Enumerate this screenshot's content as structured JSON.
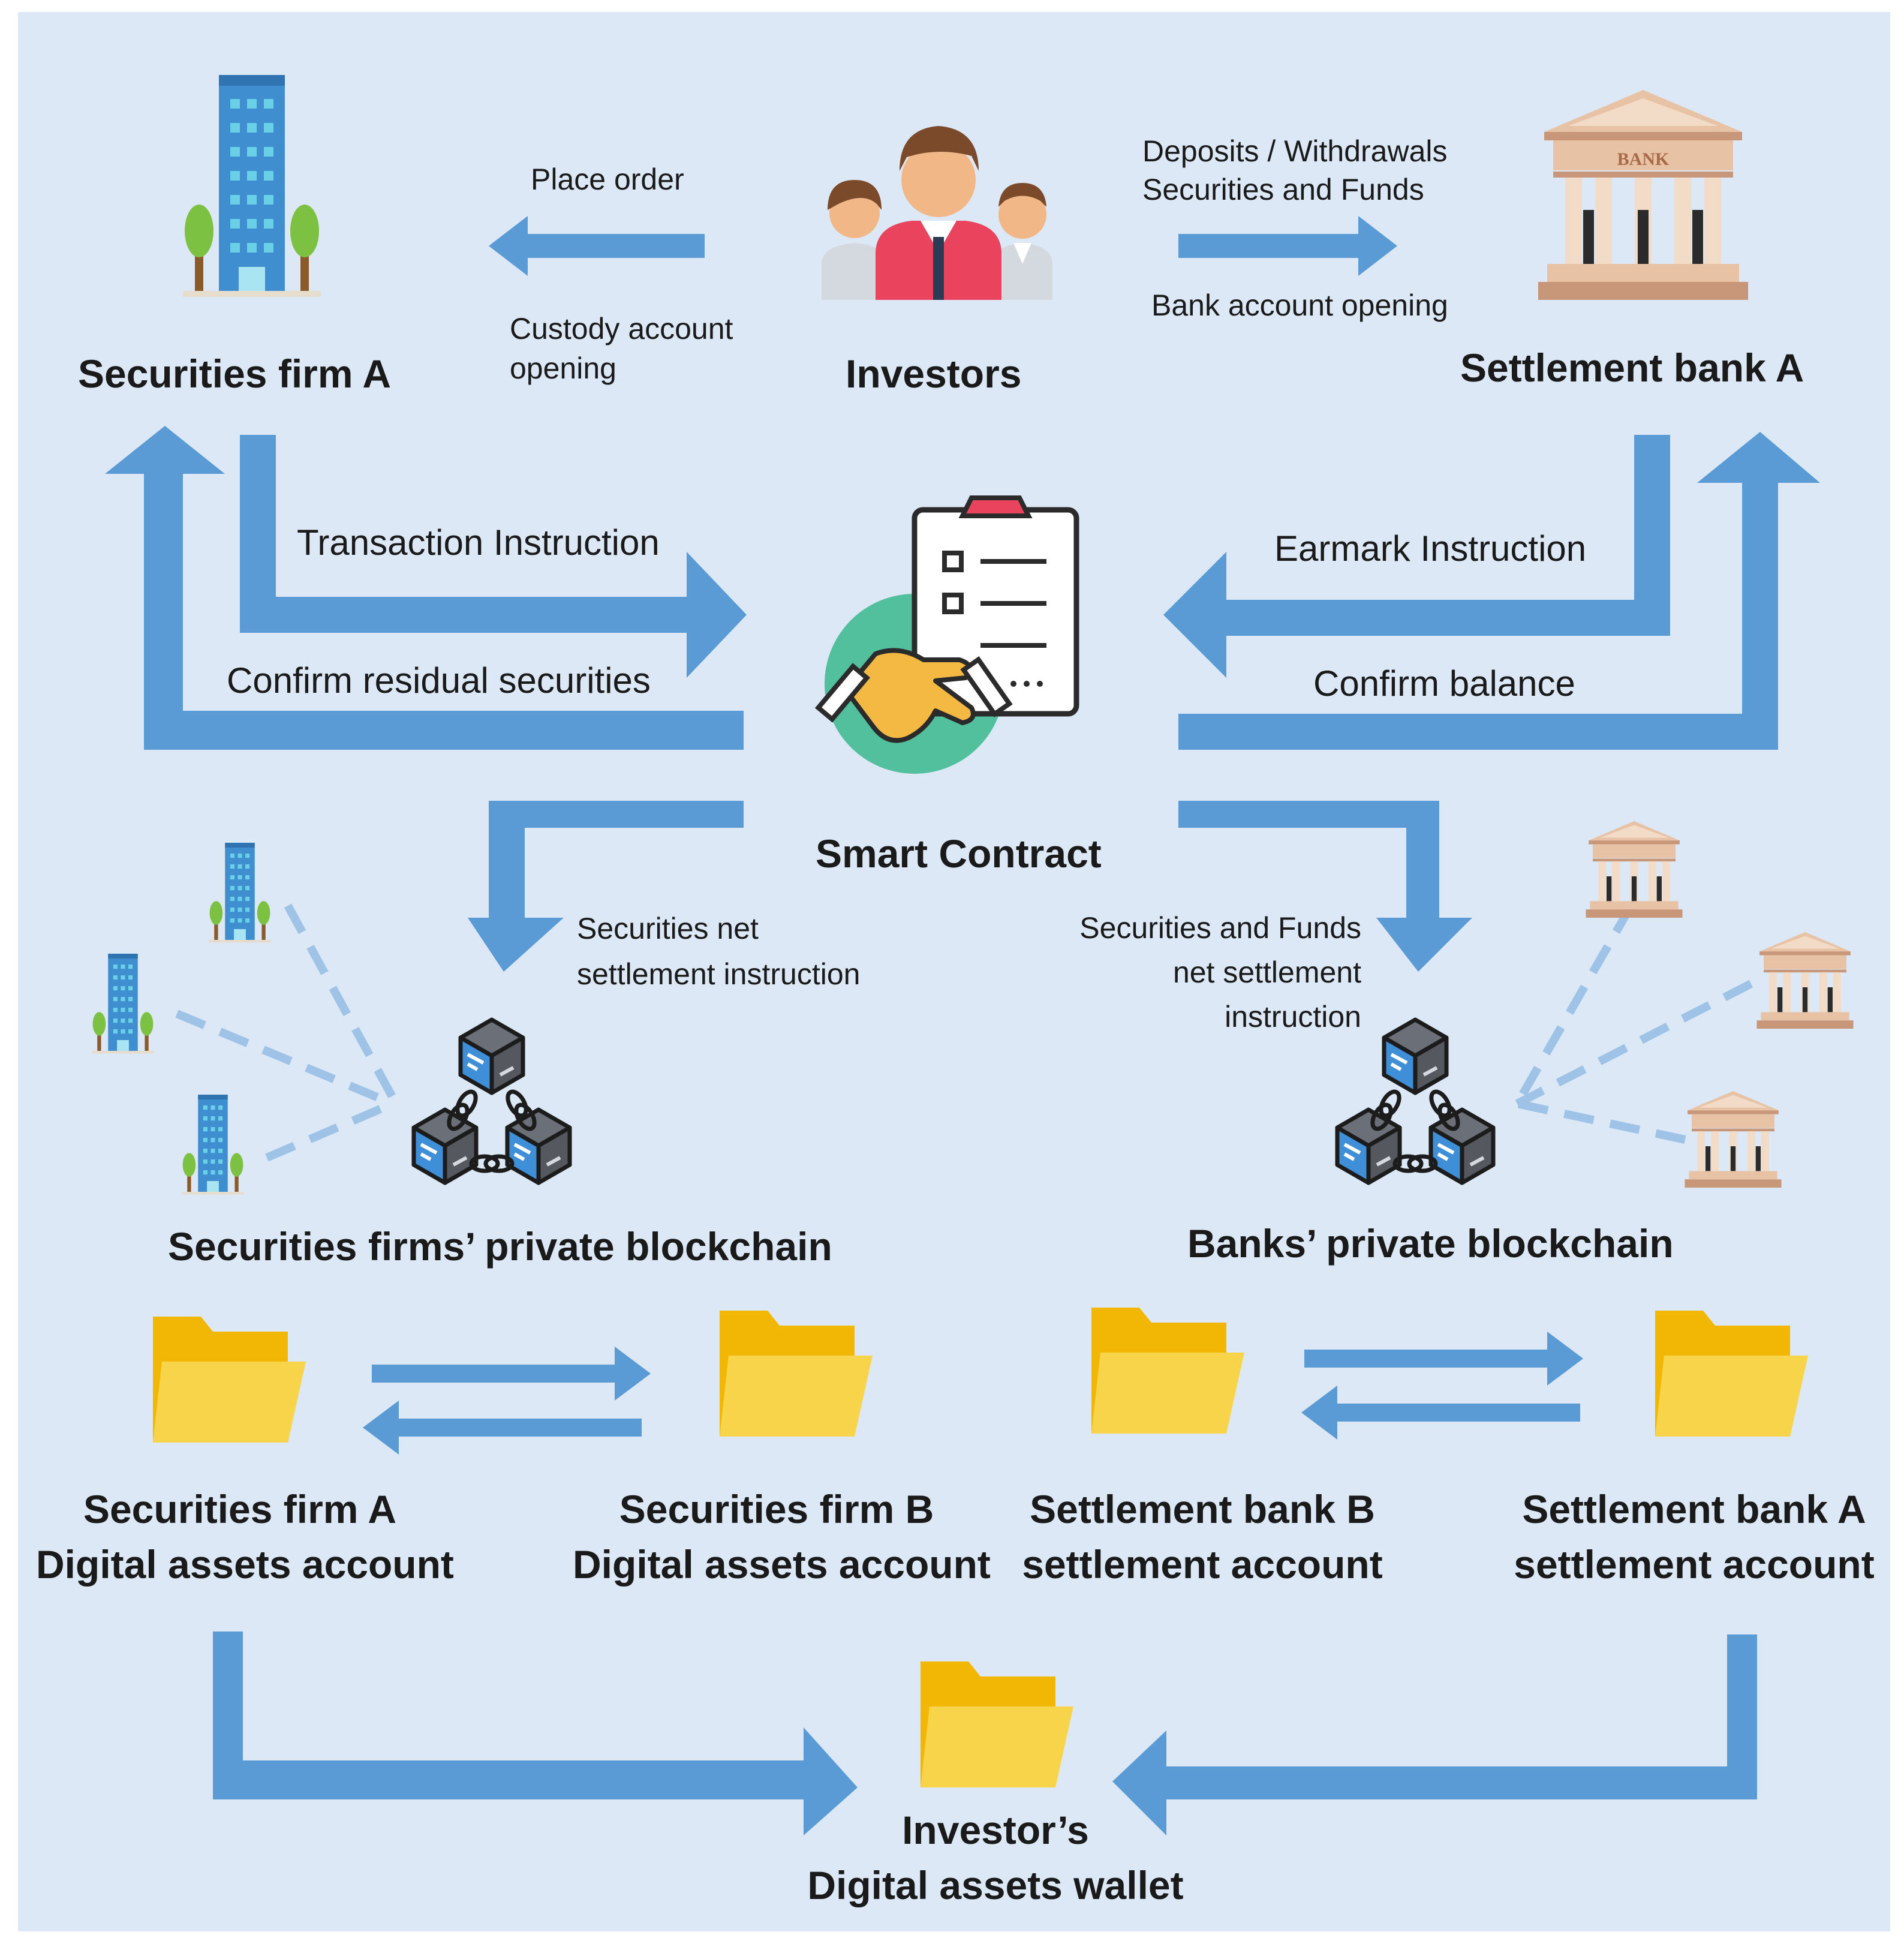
{
  "nodes": {
    "securities_firm_a": "Securities firm A",
    "investors": "Investors",
    "settlement_bank_a": "Settlement bank A",
    "smart_contract": "Smart Contract",
    "securities_chain": "Securities firms’ private blockchain",
    "banks_chain": "Banks’ private blockchain"
  },
  "bank_sign": "BANK",
  "edges": {
    "place_order": "Place order",
    "custody_line1": "Custody account",
    "custody_line2": "opening",
    "deposits_line1": "Deposits / Withdrawals",
    "deposits_line2": "Securities and Funds",
    "bank_account_opening": "Bank account opening",
    "transaction_instruction": "Transaction Instruction",
    "confirm_residual": "Confirm residual securities",
    "earmark_instruction": "Earmark Instruction",
    "confirm_balance": "Confirm balance",
    "sec_net_line1": "Securities net",
    "sec_net_line2": "settlement instruction",
    "funds_net_line1": "Securities and Funds",
    "funds_net_line2": "net settlement",
    "funds_net_line3": "instruction"
  },
  "accounts": {
    "firm_a_line1": "Securities firm A",
    "firm_a_line2": "Digital assets account",
    "firm_b_line1": "Securities firm B",
    "firm_b_line2": "Digital assets account",
    "bank_b_line1": "Settlement bank B",
    "bank_b_line2": "settlement account",
    "bank_a_line1": "Settlement bank A",
    "bank_a_line2": "settlement account"
  },
  "wallet": {
    "line1": "Investor’s",
    "line2": "Digital assets wallet"
  },
  "colors": {
    "background": "#dce8f5",
    "arrow": "#5b9bd5",
    "dashed": "#9ec3e6",
    "folder": "#f5c518",
    "building": "#3e8ed0",
    "bank": "#e7c2a4"
  }
}
